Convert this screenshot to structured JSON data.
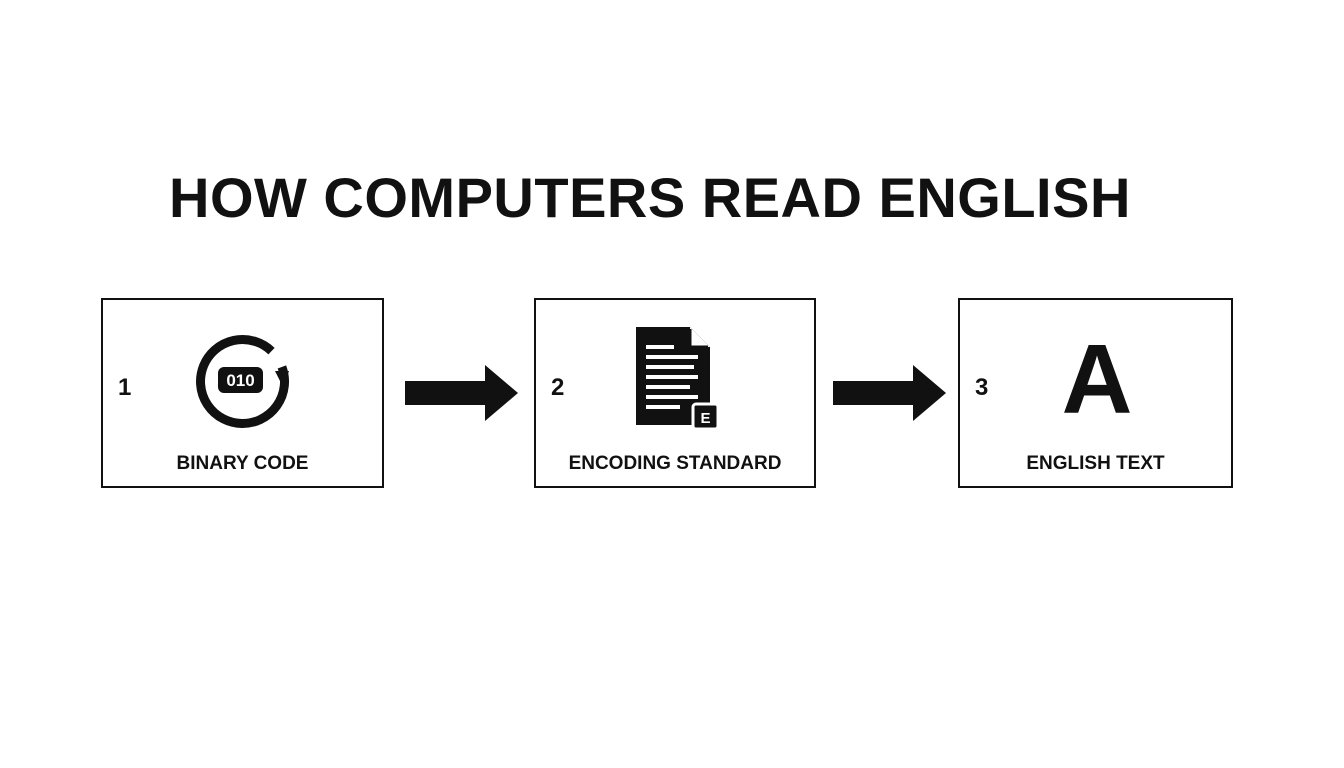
{
  "title": "HOW COMPUTERS READ ENGLISH",
  "steps": [
    {
      "number": "1",
      "label": "BINARY CODE",
      "icon": "binary-cycle-icon",
      "icon_text": "010"
    },
    {
      "number": "2",
      "label": "ENCODING STANDARD",
      "icon": "document-icon",
      "icon_text": "E"
    },
    {
      "number": "3",
      "label": "ENGLISH TEXT",
      "icon": "letter-a-icon",
      "icon_text": "A"
    }
  ],
  "connectors": [
    "right-arrow-icon",
    "right-arrow-icon"
  ],
  "colors": {
    "ink": "#111111",
    "background": "#ffffff"
  }
}
